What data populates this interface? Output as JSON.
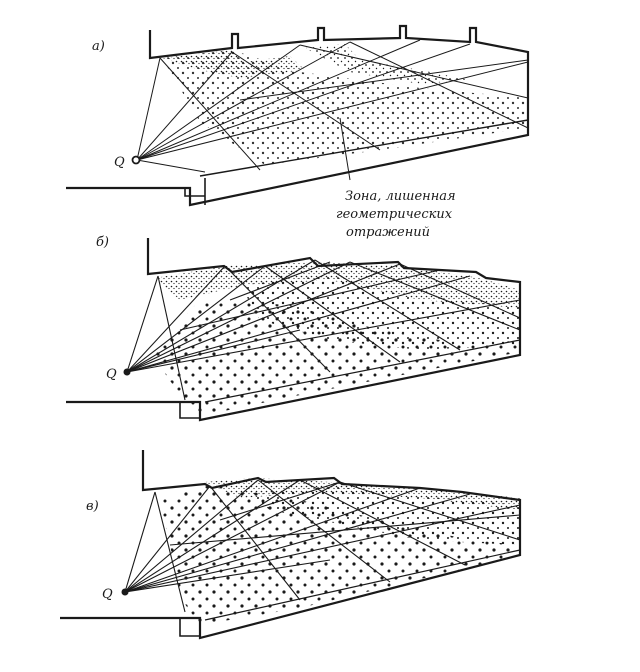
{
  "diagrams": [
    {
      "label": "а)",
      "source_label": "Q"
    },
    {
      "label": "б)",
      "source_label": "Q"
    },
    {
      "label": "в)",
      "source_label": "Q"
    }
  ],
  "annotation": {
    "lines": [
      "Зона, лишенная",
      "геометрических",
      "отражений"
    ]
  },
  "colors": {
    "ink": "#1a1a1a",
    "paper": "#ffffff"
  }
}
